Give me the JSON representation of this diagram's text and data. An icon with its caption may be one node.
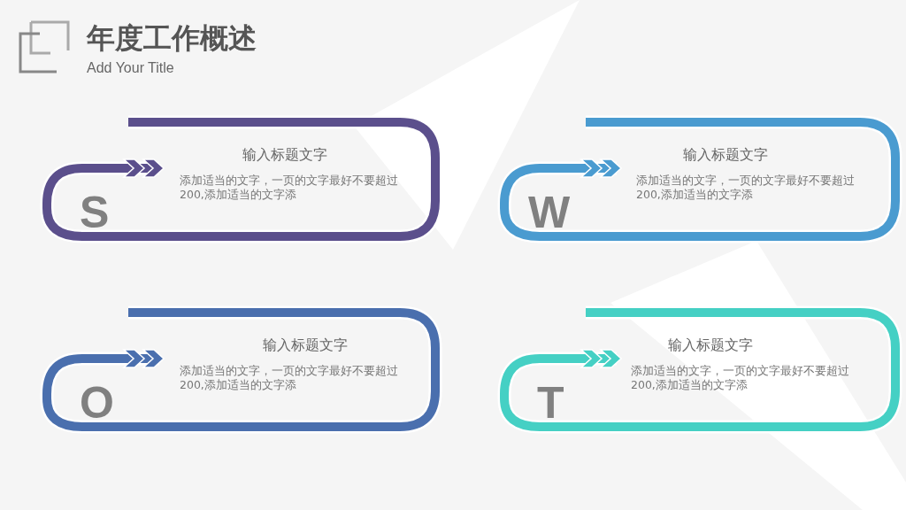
{
  "diagram": {
    "title": "年度工作概述",
    "nodes": [
      {
        "text": [
          "S",
          "输入标题文字",
          "添加适当的文字，一页的文字最好不要超过200,添加适当的文字添"
        ]
      },
      {
        "text": [
          "W",
          "输入标题文字",
          "添加适当的文字，一页的文字最好不要超过200,添加适当的文字添"
        ]
      },
      {
        "text": [
          "O",
          "输入标题文字",
          "添加适当的文字，一页的文字最好不要超过200,添加适当的文字添"
        ]
      },
      {
        "text": [
          "T",
          "输入标题文字",
          "添加适当的文字，一页的文字最好不要超过200,添加适当的文字添"
        ]
      }
    ],
    "labels": [
      "Add Your Title"
    ]
  }
}
